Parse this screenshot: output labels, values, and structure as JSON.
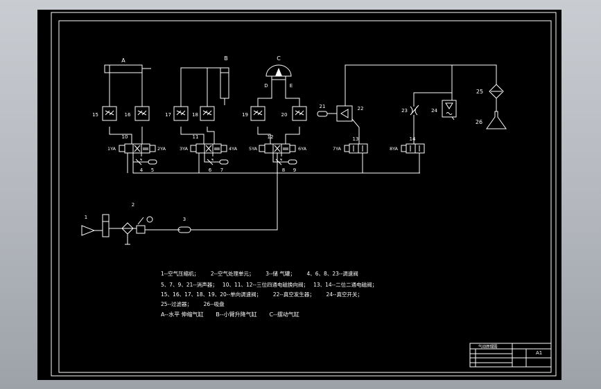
{
  "labels": {
    "cyl_a": "A",
    "cyl_b": "B",
    "cyl_c": "C",
    "port_d": "D",
    "port_e": "E",
    "n1": "1",
    "n2": "2",
    "n3": "3",
    "n4": "4",
    "n5": "5",
    "n6": "6",
    "n7": "7",
    "n8": "8",
    "n9": "9",
    "n10": "10",
    "n11": "11",
    "n12": "12",
    "n13": "13",
    "n14": "14",
    "n15": "15",
    "n16": "16",
    "n17": "17",
    "n18": "18",
    "n19": "19",
    "n20": "20",
    "n21": "21",
    "n22": "22",
    "n23": "23",
    "n24": "24",
    "n25": "25",
    "n26": "26",
    "s1ya": "1YA",
    "s2ya": "2YA",
    "s3ya": "3YA",
    "s4ya": "4YA",
    "s5ya": "5YA",
    "s6ya": "6YA",
    "s7ya": "7YA",
    "s8ya": "8YA"
  },
  "legend": [
    "1--空气压缩机；       2--空气处理单元；       3--储 气罐；       4、6、8、23--调速阀",
    "5、7、9、21--消声器；   10、11、12--三位四通电磁换向阀；   13、14--二位二通电磁阀；",
    "15、16、17、18、19、20--单向调速阀；       22--真空发生器；       24--真空开关；",
    "25--过滤器；       26--吸盘",
    "A--水平 伸缩气缸       B--小臂升降气缸       C--摆动气缸"
  ],
  "title_block": {
    "name": "气动原理图",
    "sheet": "A1"
  },
  "colors": {
    "background": "#000000",
    "lines": "#ffffff",
    "frame_outer": "#c9ccd1"
  }
}
